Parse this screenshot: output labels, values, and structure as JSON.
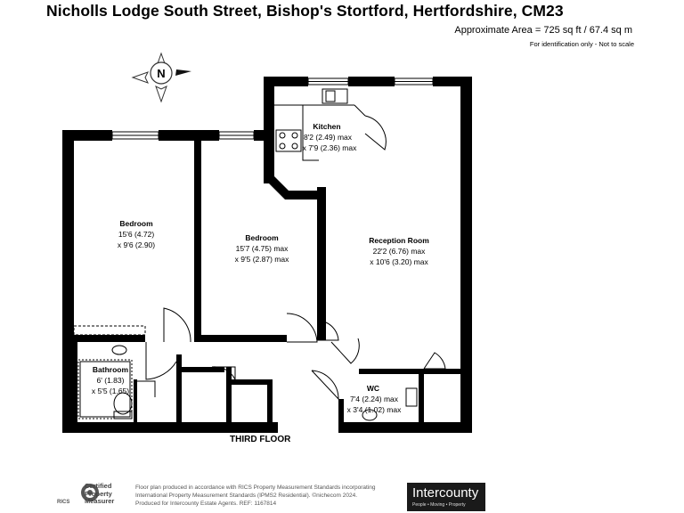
{
  "header": {
    "title": "Nicholls Lodge South Street, Bishop's Stortford, Hertfordshire, CM23",
    "area": "Approximate Area = 725 sq ft / 67.4 sq m",
    "note": "For identification only - Not to scale"
  },
  "compass": {
    "label": "N"
  },
  "rooms": {
    "bedroom1": {
      "name": "Bedroom",
      "dim1": "15'6 (4.72)",
      "dim2": "x 9'6 (2.90)"
    },
    "bedroom2": {
      "name": "Bedroom",
      "dim1": "15'7 (4.75) max",
      "dim2": "x 9'5 (2.87) max"
    },
    "kitchen": {
      "name": "Kitchen",
      "dim1": "8'2 (2.49) max",
      "dim2": "x 7'9 (2.36) max"
    },
    "reception": {
      "name": "Reception Room",
      "dim1": "22'2 (6.76) max",
      "dim2": "x 10'6 (3.20) max"
    },
    "bathroom": {
      "name": "Bathroom",
      "dim1": "6' (1.83)",
      "dim2": "x 5'5 (1.65)"
    },
    "wc": {
      "name": "WC",
      "dim1": "7'4 (2.24) max",
      "dim2": "x 3'4 (1.02) max"
    }
  },
  "floor_label": "THIRD FLOOR",
  "footer": {
    "rics_line1": "Certified",
    "rics_line2": "Property",
    "rics_line3": "Measurer",
    "rics_word": "RICS",
    "line1": "Floor plan produced in accordance with RICS Property Measurement Standards incorporating",
    "line2": "International Property Measurement Standards (IPMS2 Residential). ©nichecom 2024.",
    "line3": "Produced for Intercounty Estate Agents.   REF: 1167814",
    "logo_main": "Intercounty",
    "logo_tag": "People • Moving • Property"
  }
}
